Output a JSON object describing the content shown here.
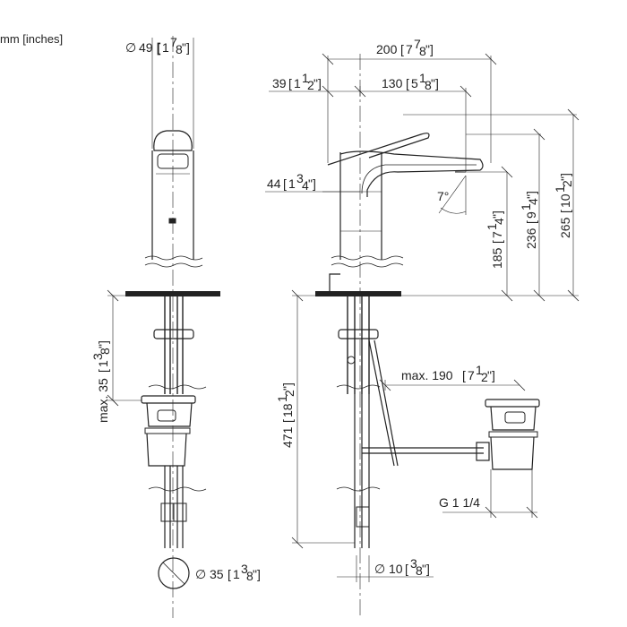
{
  "unit_note": "mm [inches]",
  "front_view": {
    "top_diameter": {
      "prefix": "∅",
      "mm": "49",
      "in_whole": "1",
      "in_num": "7",
      "in_den": "8"
    },
    "drain_travel": {
      "label": "max. 35",
      "in_whole": "1",
      "in_num": "3",
      "in_den": "8"
    },
    "bottom_diameter": {
      "prefix": "∅",
      "mm": "35",
      "in_whole": "1",
      "in_num": "3",
      "in_den": "8"
    }
  },
  "side_view": {
    "total_depth": {
      "mm": "200",
      "in_whole": "7",
      "in_num": "7",
      "in_den": "8"
    },
    "lever_offset": {
      "mm": "39",
      "in_whole": "1",
      "in_num": "1",
      "in_den": "2"
    },
    "spout_reach": {
      "mm": "130",
      "in_whole": "5",
      "in_num": "1",
      "in_den": "8"
    },
    "body_depth": {
      "mm": "44",
      "in_whole": "1",
      "in_num": "3",
      "in_den": "4"
    },
    "spout_angle": "7°",
    "height_185": {
      "mm": "185",
      "in_whole": "7",
      "in_num": "1",
      "in_den": "4"
    },
    "height_236": {
      "mm": "236",
      "in_whole": "9",
      "in_num": "1",
      "in_den": "4"
    },
    "height_265": {
      "mm": "265",
      "in_whole": "10",
      "in_num": "1",
      "in_den": "2"
    },
    "below_deck": {
      "mm": "471",
      "in_whole": "18",
      "in_num": "1",
      "in_den": "2"
    },
    "drain_reach": {
      "label": "max. 190",
      "in_whole": "7",
      "in_num": "1",
      "in_den": "2"
    },
    "thread": "G 1 1/4",
    "hose_diameter": {
      "prefix": "∅",
      "mm": "10",
      "in_whole": "",
      "in_num": "3",
      "in_den": "8"
    }
  }
}
